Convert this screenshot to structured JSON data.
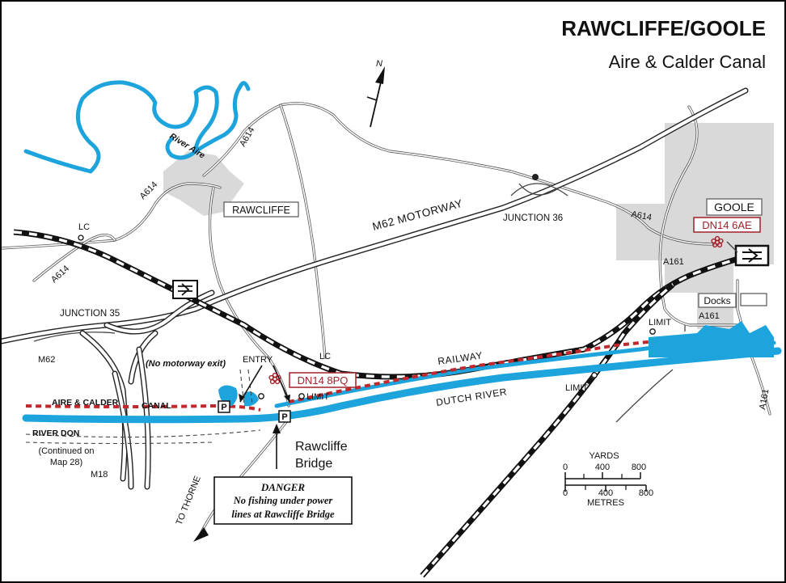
{
  "title": "RAWCLIFFE/GOOLE",
  "subtitle": "Aire & Calder Canal",
  "north": "N",
  "places": {
    "rawcliffe": "RAWCLIFFE",
    "goole": "GOOLE",
    "docks": "Docks"
  },
  "roads": {
    "a614_1": "A614",
    "a614_2": "A614",
    "a614_3": "A614",
    "a614_4": "A614",
    "a161_1": "A161",
    "a161_2": "A161",
    "a161_3": "A161",
    "m62": "M62",
    "m62_motorway": "M62 MOTORWAY",
    "m18": "M18",
    "junction36": "JUNCTION 36",
    "junction35": "JUNCTION 35",
    "no_motorway_exit": "(No motorway exit)",
    "to_thorne": "TO THORNE"
  },
  "waterways": {
    "river_aire": "River Aire",
    "aire_calder": "AIRE & CALDER",
    "canal": "CANAL",
    "river_don": "RIVER DON",
    "dutch_river": "DUTCH RIVER",
    "railway": "RAILWAY"
  },
  "labels": {
    "lc1": "LC",
    "lc2": "LC",
    "entry": "ENTRY",
    "limit1": "LIMIT",
    "limit2": "LIMIT",
    "limit3": "LIMIT",
    "continued": "(Continued on",
    "continued2": "Map 28)",
    "bridge1": "Rawcliffe",
    "bridge2": "Bridge",
    "parking": "P"
  },
  "postcodes": {
    "dn14_8pq": "DN14 8PQ",
    "dn14_6ae": "DN14 6AE"
  },
  "danger": {
    "heading": "DANGER",
    "line1": "No fishing under power",
    "line2": "lines at Rawcliffe Bridge"
  },
  "scale": {
    "yards": "YARDS",
    "metres": "METRES",
    "y0": "0",
    "y400": "400",
    "y800": "800",
    "m0": "0",
    "m400": "400",
    "m800": "800"
  },
  "colors": {
    "water": "#1ea4dc",
    "canal_boundary": "#c0282d",
    "postcode": "#a3202a",
    "town_area": "#d9d9d9"
  }
}
